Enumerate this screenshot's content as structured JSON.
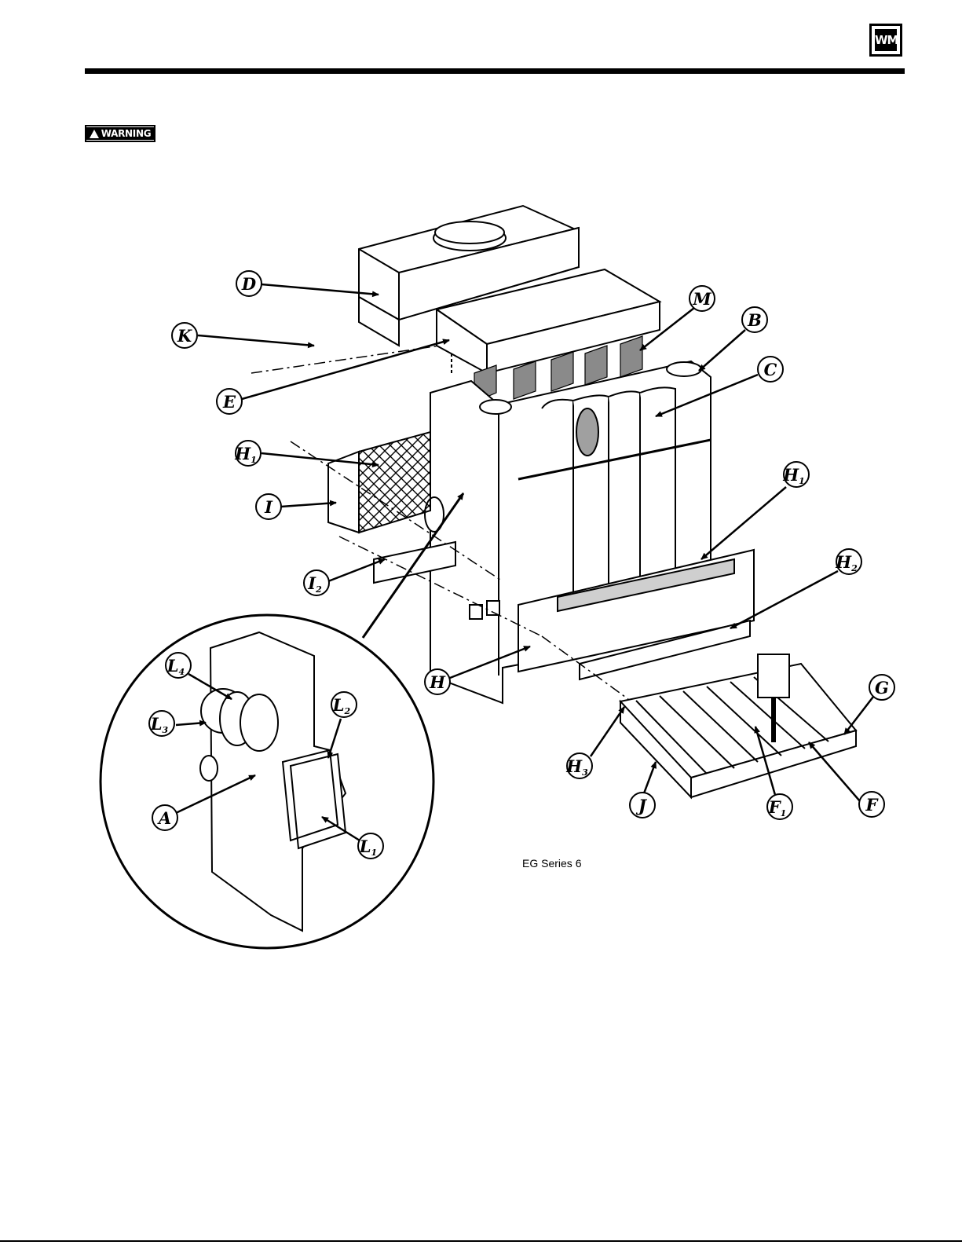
{
  "header": {
    "logo_text": "WM",
    "warning_label": "WARNING"
  },
  "diagram": {
    "caption": "EG Series 6",
    "labels": [
      {
        "id": "D",
        "text": "D"
      },
      {
        "id": "K",
        "text": "K"
      },
      {
        "id": "E",
        "text": "E"
      },
      {
        "id": "H1_left",
        "text": "H",
        "sub": "1"
      },
      {
        "id": "I",
        "text": "I"
      },
      {
        "id": "I2",
        "text": "I",
        "sub": "2"
      },
      {
        "id": "M",
        "text": "M"
      },
      {
        "id": "B",
        "text": "B"
      },
      {
        "id": "C",
        "text": "C"
      },
      {
        "id": "H1_right",
        "text": "H",
        "sub": "1"
      },
      {
        "id": "H2",
        "text": "H",
        "sub": "2"
      },
      {
        "id": "H",
        "text": "H"
      },
      {
        "id": "G",
        "text": "G"
      },
      {
        "id": "H3",
        "text": "H",
        "sub": "3"
      },
      {
        "id": "J",
        "text": "J"
      },
      {
        "id": "F1",
        "text": "F",
        "sub": "1"
      },
      {
        "id": "F",
        "text": "F"
      },
      {
        "id": "L4",
        "text": "L",
        "sub": "4"
      },
      {
        "id": "L3",
        "text": "L",
        "sub": "3"
      },
      {
        "id": "L2",
        "text": "L",
        "sub": "2"
      },
      {
        "id": "A",
        "text": "A"
      },
      {
        "id": "L1",
        "text": "L",
        "sub": "1"
      }
    ]
  }
}
